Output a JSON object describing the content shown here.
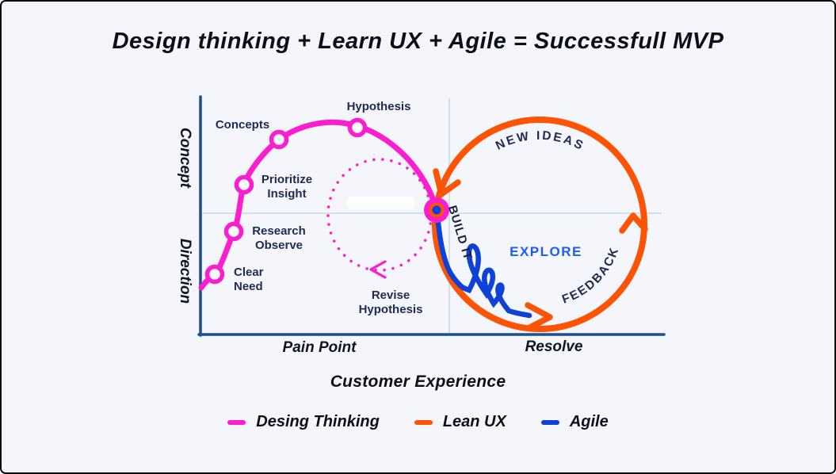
{
  "title": "Design thinking + Learn UX + Agile = Successfull MVP",
  "axes": {
    "y_upper": "Concept",
    "y_lower": "Direction",
    "x_left": "Pain Point",
    "x_right": "Resolve",
    "x_axis_title": "Customer Experience"
  },
  "design_thinking": {
    "stages": [
      {
        "line1": "Clear",
        "line2": "Need"
      },
      {
        "line1": "Research",
        "line2": "Observe"
      },
      {
        "line1": "Prioritize",
        "line2": "Insight"
      },
      {
        "line1": "Concepts"
      },
      {
        "line1": "Hypothesis"
      }
    ],
    "revise": {
      "line1": "Revise",
      "line2": "Hypothesis"
    }
  },
  "lean_ux": {
    "new_ideas": "NEW IDEAS",
    "feedback": "FEEDBACK"
  },
  "agile": {
    "build_it": "BUILD IT",
    "explore": "EXPLORE"
  },
  "legend": [
    {
      "label": "Desing Thinking",
      "color": "#fb1ecf"
    },
    {
      "label": "Lean UX",
      "color": "#fd5304"
    },
    {
      "label": "Agile",
      "color": "#0e41d6"
    }
  ],
  "colors": {
    "background": "#f4f6fb",
    "axis": "#1d4e8f",
    "label_navy": "#1e2a52",
    "magenta": "#fb1ecf",
    "orange": "#fd5304",
    "agile_blue": "#0e41d6",
    "explore_blue": "#1d5cf5",
    "grid": "#ccd6ea",
    "title": "#0d1018"
  }
}
